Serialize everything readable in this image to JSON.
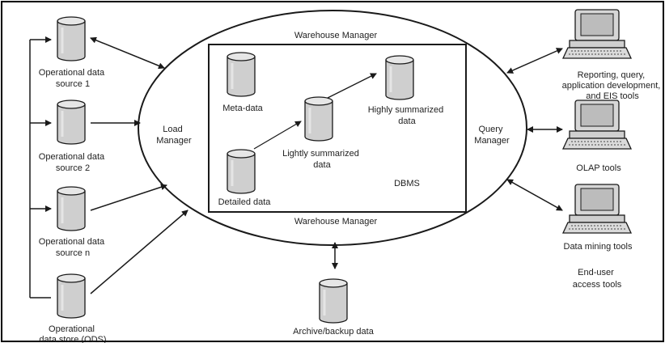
{
  "colors": {
    "cylinder_fill": "#cfcfcf",
    "cylinder_top": "#e6e6e6",
    "stroke": "#1a1a1a",
    "frame": "#000000",
    "screen": "#bcbcbc"
  },
  "sources": [
    {
      "lines": [
        "Operational data",
        "source 1"
      ]
    },
    {
      "lines": [
        "Operational data",
        "source 2"
      ]
    },
    {
      "lines": [
        "Operational data",
        "source n"
      ]
    },
    {
      "lines": [
        "Operational",
        "data store (ODS)"
      ]
    }
  ],
  "load_manager": {
    "lines": [
      "Load",
      "Manager"
    ]
  },
  "query_manager": {
    "lines": [
      "Query",
      "Manager"
    ]
  },
  "warehouse_manager_top": "Warehouse Manager",
  "warehouse_manager_bottom": "Warehouse Manager",
  "dbms": {
    "label": "DBMS",
    "meta_data": "Meta-data",
    "detailed_data": "Detailed data",
    "lightly": [
      "Lightly summarized",
      "data"
    ],
    "highly": [
      "Highly summarized",
      "data"
    ]
  },
  "archive": "Archive/backup data",
  "tools": [
    {
      "lines": [
        "Reporting, query,",
        "application development,",
        "and EIS tools"
      ]
    },
    {
      "lines": [
        "OLAP tools"
      ]
    },
    {
      "lines": [
        "Data mining tools"
      ]
    }
  ],
  "end_user": [
    "End-user",
    "access tools"
  ]
}
